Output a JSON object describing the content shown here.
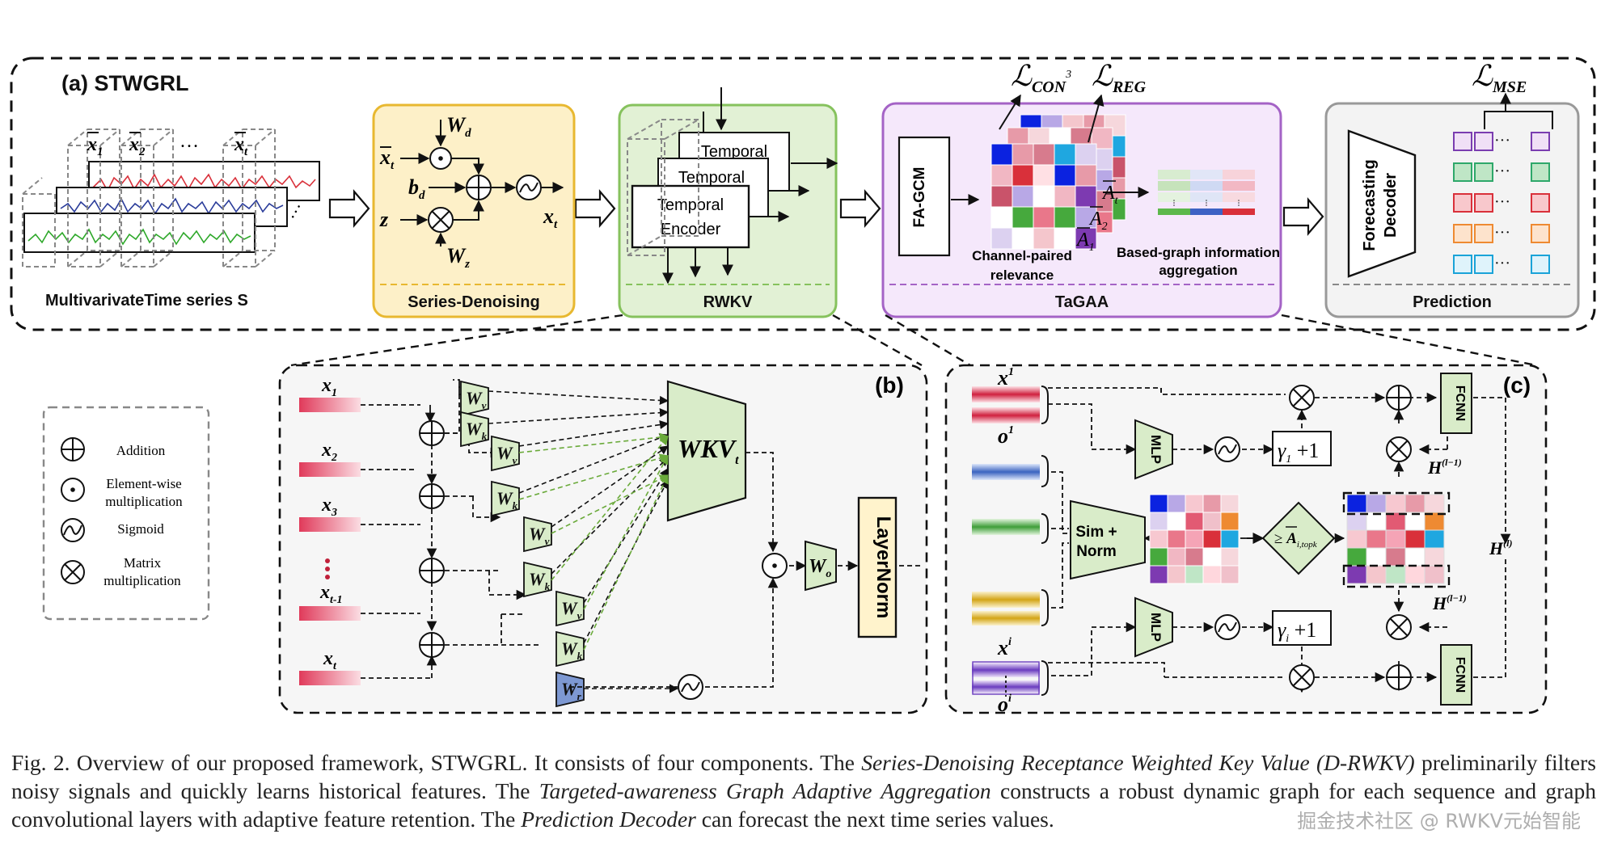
{
  "panel_a": {
    "title": "(a) STWGRL",
    "input": {
      "label": "MultivarivateTime series S",
      "xbar_labels": [
        "x1",
        "x2",
        "…",
        "xt"
      ]
    },
    "denoise": {
      "title": "Series-Denoising",
      "wd": "Wd",
      "bd": "bd",
      "z": "z",
      "wz": "Wz",
      "xbar_t": "xt",
      "xt": "xt"
    },
    "rwkv": {
      "title": "RWKV",
      "back_labels": [
        "Temporal",
        "Temporal"
      ],
      "encoder_label": [
        "Temporal",
        "Encoder"
      ]
    },
    "tagaa": {
      "title": "TaGAA",
      "fagcm": "FA-GCM",
      "loss_con": "CON",
      "loss_reg": "REG",
      "channel_label": [
        "Channel-paired",
        "relevance"
      ],
      "agg_label": [
        "Based-graph information",
        "aggregation"
      ],
      "abar": [
        "At",
        "A2",
        "A1"
      ]
    },
    "prediction": {
      "title": "Prediction",
      "decoder_label": [
        "Forecasting",
        "Decoder"
      ],
      "loss_mse": "MSE"
    }
  },
  "legend": {
    "items": [
      {
        "symbol": "plus-circle",
        "label": [
          "Addition"
        ]
      },
      {
        "symbol": "dot-circle",
        "label": [
          "Element-wise",
          "multiplication"
        ]
      },
      {
        "symbol": "sigmoid-circle",
        "label": [
          "Sigmoid"
        ]
      },
      {
        "symbol": "times-circle",
        "label": [
          "Matrix",
          "multiplication"
        ]
      }
    ]
  },
  "panel_b": {
    "label": "(b)",
    "inputs": [
      "x1",
      "x2",
      "x3",
      "xt-1",
      "xt"
    ],
    "wkv": "WKVt",
    "wo": "Wo",
    "layernorm": "LayerNorm",
    "weights": [
      "Wv",
      "Wk",
      "Wr"
    ]
  },
  "panel_c": {
    "label": "(c)",
    "inputs": [
      "x1",
      "o1",
      "xi",
      "oi"
    ],
    "mlp": "MLP",
    "simnorm": [
      "Sim +",
      "Norm"
    ],
    "gamma1": "γ1 + 1",
    "gammai": "γi + 1",
    "fcnn": "FCNN",
    "h_prev": "H(l−1)",
    "h_next": "H(l)",
    "threshold": "≥ Ai,topk"
  },
  "caption": {
    "p1": "Fig. 2.  Overview of our proposed framework, STWGRL. It consists of four components. The ",
    "e1": "Series-Denoising Receptance Weighted Key Value (D-RWKV)",
    "p2": " preliminarily filters noisy signals and quickly learns historical features. The ",
    "e2": "Targeted-awareness Graph Adaptive Aggregation",
    "p3": " constructs a robust dynamic graph for each sequence and graph convolutional layers with adaptive feature retention. The ",
    "e3": "Prediction Decoder",
    "p4": " can forecast the next time series values."
  },
  "watermark": "掘金技术社区 @ RWKV元始智能",
  "colors": {
    "denoise_fill": "#fdf0c8",
    "denoise_stroke": "#e8b830",
    "rwkv_fill": "#e2f1d5",
    "rwkv_stroke": "#86c25d",
    "tagaa_fill": "#f5e8fb",
    "tagaa_stroke": "#a463c6",
    "pred_fill": "#f3f3f3",
    "pred_stroke": "#999999",
    "weight_green": "#d9ecc9",
    "weight_blue": "#7d98d2",
    "layernorm": "#fff3cc"
  }
}
